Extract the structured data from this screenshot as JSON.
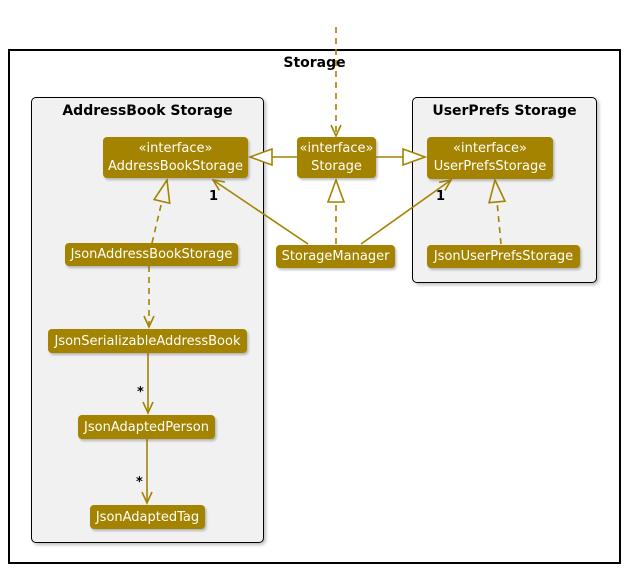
{
  "frame": {
    "title": "Storage"
  },
  "groups": {
    "addressbook": {
      "title": "AddressBook Storage"
    },
    "userprefs": {
      "title": "UserPrefs Storage"
    }
  },
  "classes": {
    "addressbook_storage": {
      "stereotype": "«interface»",
      "name": "AddressBookStorage"
    },
    "storage": {
      "stereotype": "«interface»",
      "name": "Storage"
    },
    "userprefs_storage": {
      "stereotype": "«interface»",
      "name": "UserPrefsStorage"
    },
    "json_addressbook_storage": {
      "name": "JsonAddressBookStorage"
    },
    "storage_manager": {
      "name": "StorageManager"
    },
    "json_userprefs_storage": {
      "name": "JsonUserPrefsStorage"
    },
    "json_serializable_addressbook": {
      "name": "JsonSerializableAddressBook"
    },
    "json_adapted_person": {
      "name": "JsonAdaptedPerson"
    },
    "json_adapted_tag": {
      "name": "JsonAdaptedTag"
    }
  },
  "multiplicities": {
    "storagemanager_addressbookstorage": "1",
    "storagemanager_userprefsstorage": "1",
    "serializableaddressbook_adaptedperson": "*",
    "adaptedperson_adaptedtag": "*"
  },
  "relationships": [
    {
      "from": "external",
      "to": "Storage",
      "type": "dashed-dependency-arrow"
    },
    {
      "from": "Storage",
      "to": "AddressBookStorage",
      "type": "generalization"
    },
    {
      "from": "Storage",
      "to": "UserPrefsStorage",
      "type": "generalization"
    },
    {
      "from": "StorageManager",
      "to": "Storage",
      "type": "realization"
    },
    {
      "from": "StorageManager",
      "to": "AddressBookStorage",
      "type": "association",
      "multiplicity": "1"
    },
    {
      "from": "StorageManager",
      "to": "UserPrefsStorage",
      "type": "association",
      "multiplicity": "1"
    },
    {
      "from": "JsonAddressBookStorage",
      "to": "AddressBookStorage",
      "type": "realization"
    },
    {
      "from": "JsonUserPrefsStorage",
      "to": "UserPrefsStorage",
      "type": "realization"
    },
    {
      "from": "JsonAddressBookStorage",
      "to": "JsonSerializableAddressBook",
      "type": "dashed-dependency-arrow"
    },
    {
      "from": "JsonSerializableAddressBook",
      "to": "JsonAdaptedPerson",
      "type": "association",
      "multiplicity": "*"
    },
    {
      "from": "JsonAdaptedPerson",
      "to": "JsonAdaptedTag",
      "type": "association",
      "multiplicity": "*"
    }
  ],
  "colors": {
    "accent": "#A38300",
    "box_text": "#FFFFFF",
    "group_fill": "#F1F1F1",
    "frame_border": "#000000",
    "background": "#FFFFFF"
  }
}
